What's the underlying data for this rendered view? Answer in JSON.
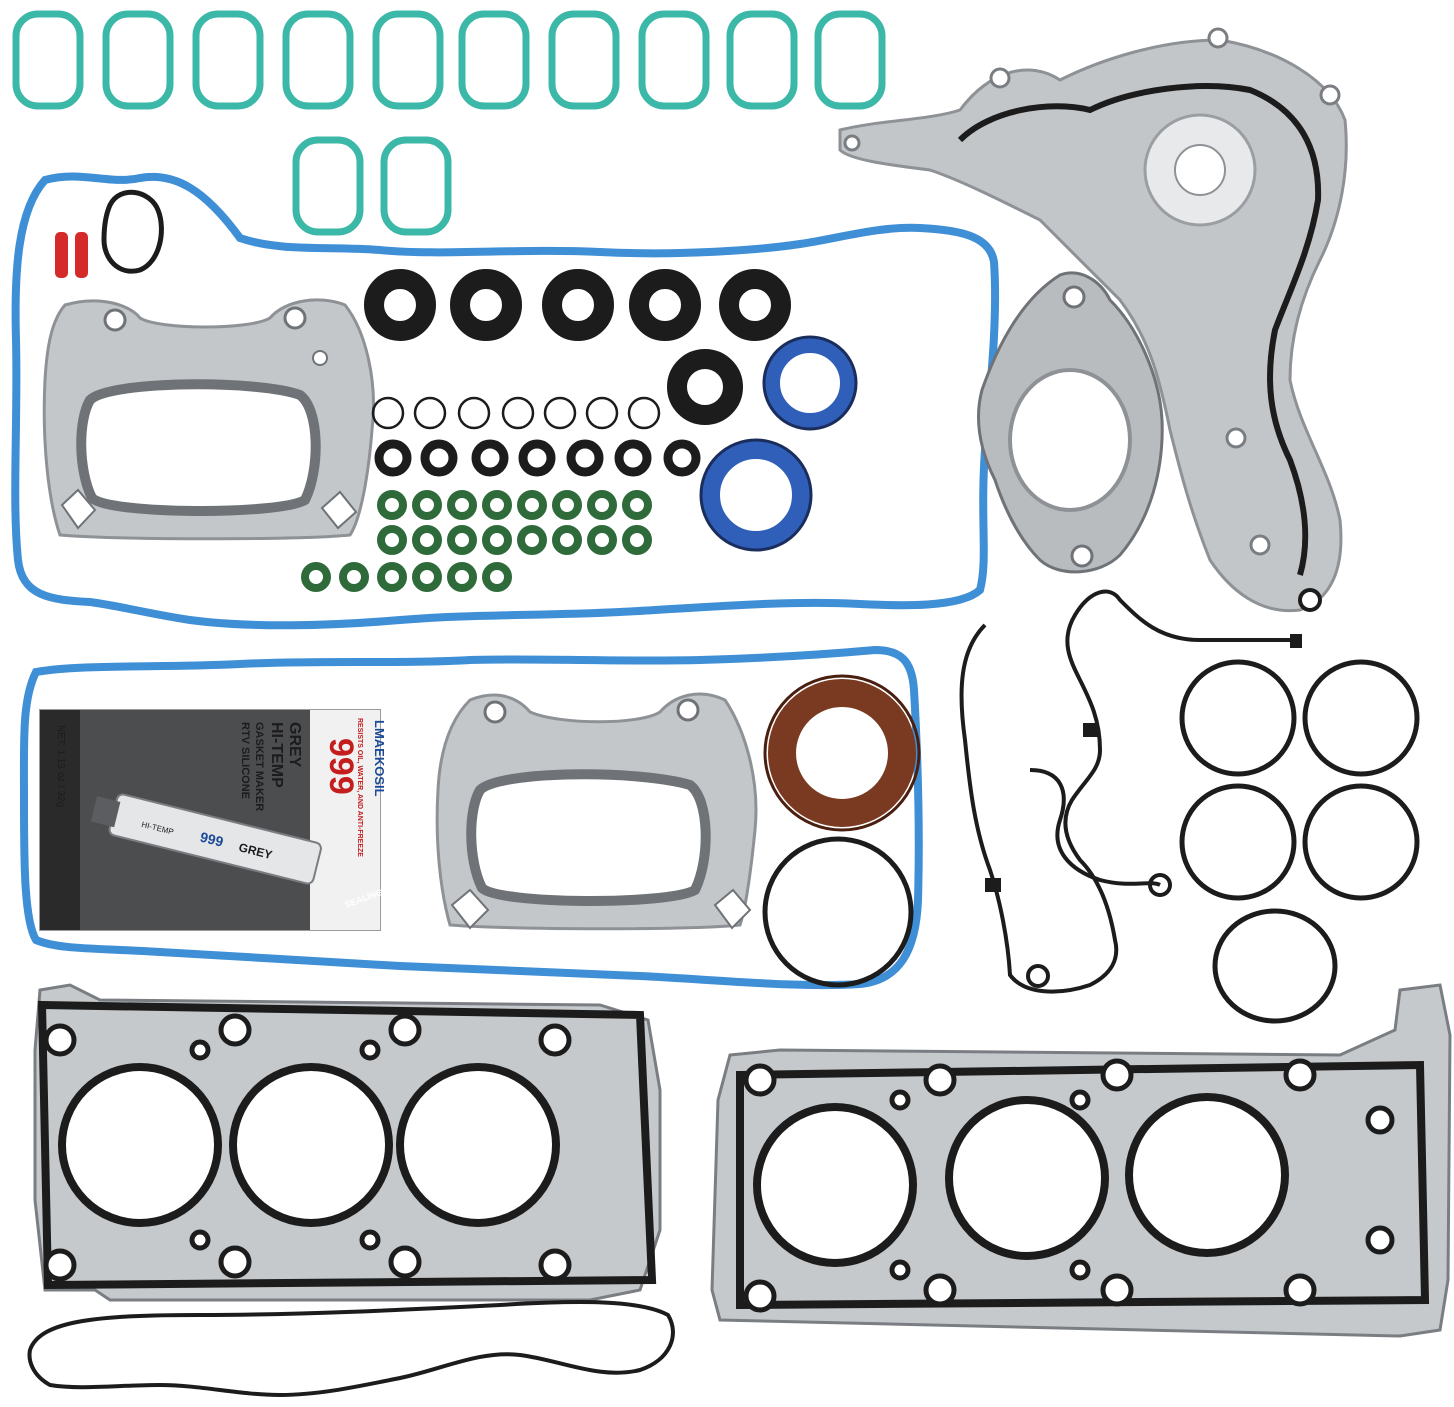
{
  "colors": {
    "background": "#ffffff",
    "intake_gasket": "#3cb8a8",
    "valve_cover_gasket": "#3f8fd6",
    "steel": "#b9bcbf",
    "steel_dark": "#8e9296",
    "rubber_black": "#1c1c1c",
    "blue_seal": "#2f5fb8",
    "brown_seal": "#7a3a22",
    "green_seal": "#2f6a3a",
    "red_cap": "#d42a2a",
    "package_panel": "#c8c9cb"
  },
  "sealant_package": {
    "brand": "LMAEKOSIL",
    "product_number": "999",
    "product_line_1": "GREY",
    "product_line_2": "HI-TEMP",
    "product_line_3": "GASKET MAKER",
    "product_line_4": "RTV SILICONE",
    "tagline": "RESISTS OIL, WATER, AND ANTI-FREEZE",
    "net_weight": "NET: 1.13 oz / 32g",
    "footer_banner": "SEALING PRODUCT"
  },
  "tube": {
    "label_1": "999",
    "label_2": "GREY",
    "label_3": "HI-TEMP"
  }
}
